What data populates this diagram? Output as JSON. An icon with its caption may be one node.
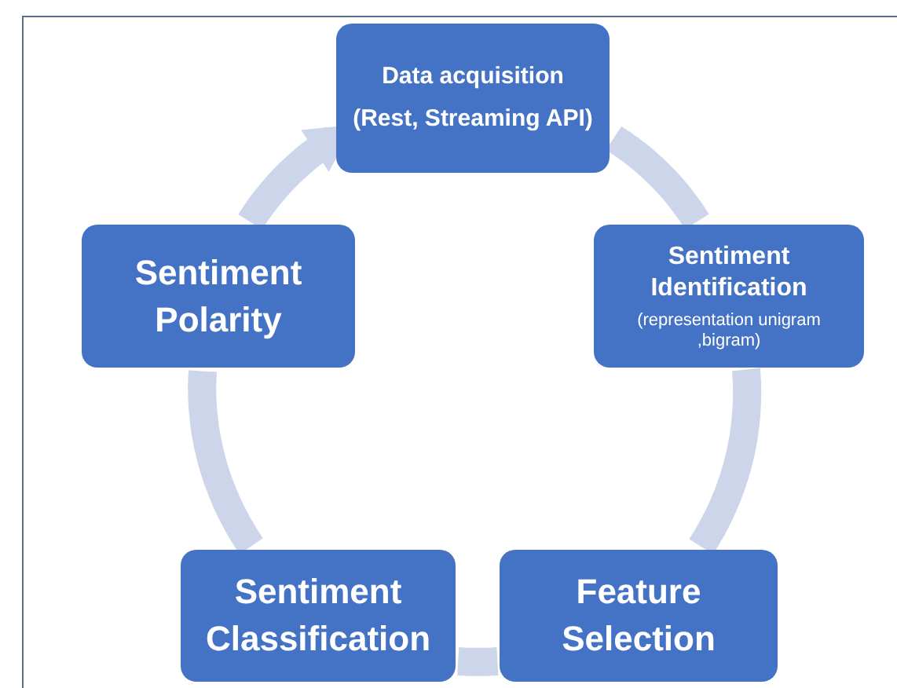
{
  "diagram": {
    "nodes": [
      {
        "text": [
          "Data acquisition",
          "(Rest, Streaming API)"
        ]
      },
      {
        "text": [
          "Sentiment Identification",
          "(representation unigram ,bigram)"
        ]
      },
      {
        "text": [
          "Feature Selection"
        ]
      },
      {
        "text": [
          "Sentiment Classification"
        ]
      },
      {
        "text": [
          "Sentiment Polarity"
        ]
      }
    ],
    "edges": [
      {
        "from": 0,
        "to": 1,
        "arrow": "none"
      },
      {
        "from": 1,
        "to": 2,
        "arrow": "none"
      },
      {
        "from": 2,
        "to": 3,
        "arrow": "none"
      },
      {
        "from": 3,
        "to": 4,
        "arrow": "none"
      },
      {
        "from": 4,
        "to": 0,
        "arrow": "to"
      }
    ]
  }
}
